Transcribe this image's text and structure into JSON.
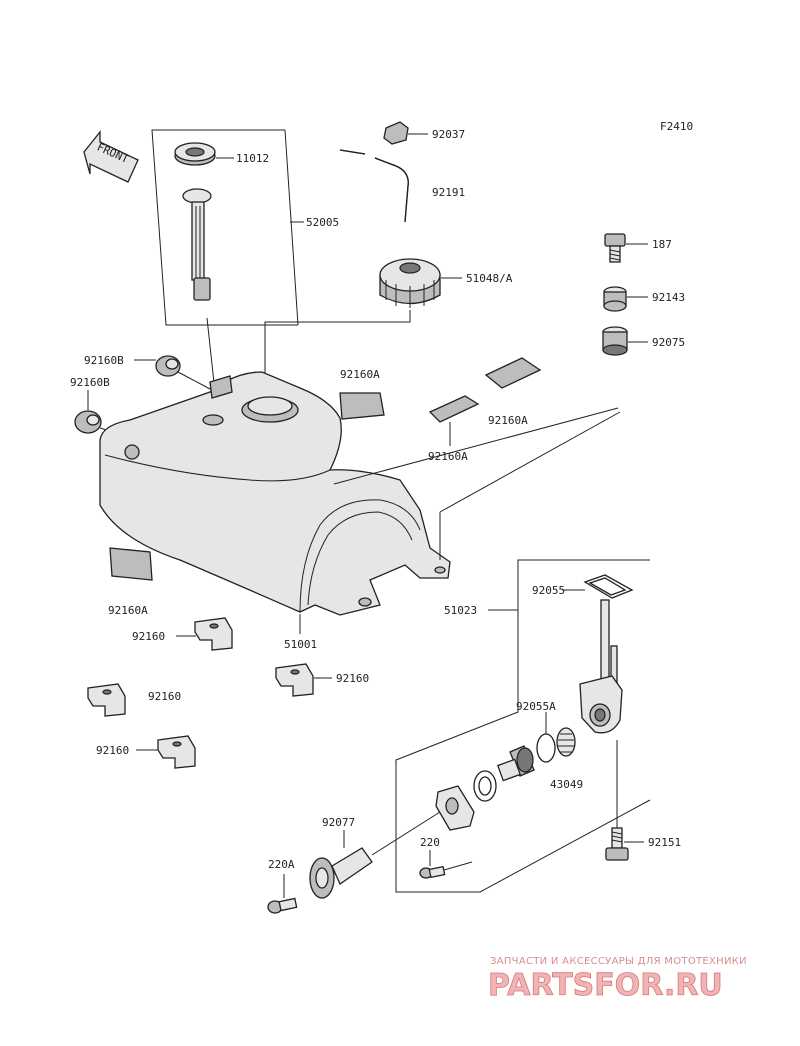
{
  "figure_code": "F2410",
  "front_arrow": "FRONT",
  "labels": {
    "p11012": "11012",
    "p52005": "52005",
    "p92037": "92037",
    "p92191": "92191",
    "p51048A": "51048/A",
    "p187": "187",
    "p92143": "92143",
    "p92075": "92075",
    "p92160B_1": "92160B",
    "p92160B_2": "92160B",
    "p92160A_1": "92160A",
    "p92160A_2": "92160A",
    "p92160A_3": "92160A",
    "p92160A_4": "92160A",
    "p51001": "51001",
    "p92160_1": "92160",
    "p92160_2": "92160",
    "p92160_3": "92160",
    "p92160_4": "92160",
    "p51023": "51023",
    "p92055": "92055",
    "p92055A": "92055A",
    "p43049": "43049",
    "p92077": "92077",
    "p220": "220",
    "p220A": "220A",
    "p92151": "92151"
  },
  "watermark": {
    "tagline": "ЗАПЧАСТИ И АКСЕССУАРЫ ДЛЯ МОТОТЕХНИКИ",
    "brand": "PARTSFOR.RU"
  }
}
